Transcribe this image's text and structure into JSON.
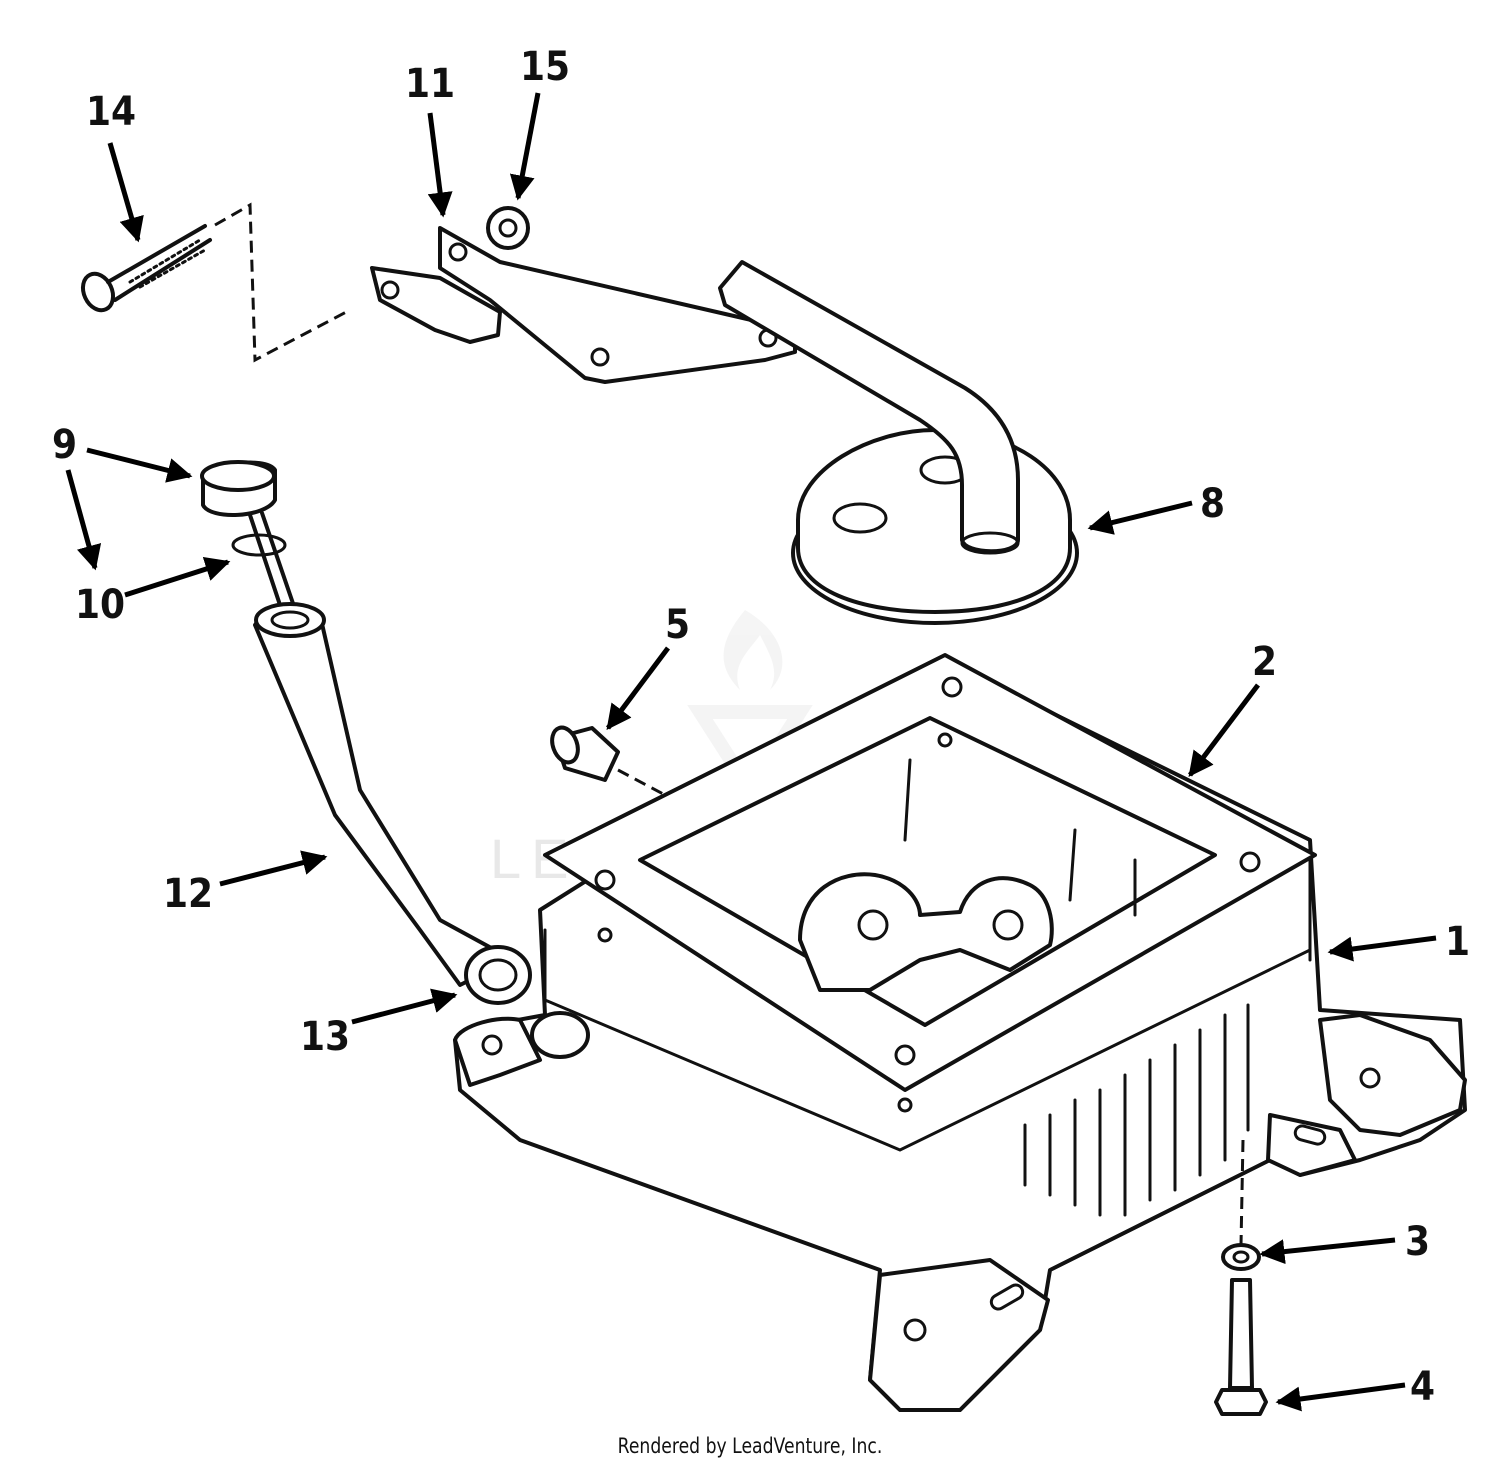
{
  "callouts": [
    {
      "id": "1",
      "label": "1"
    },
    {
      "id": "2",
      "label": "2"
    },
    {
      "id": "3",
      "label": "3"
    },
    {
      "id": "4",
      "label": "4"
    },
    {
      "id": "5",
      "label": "5"
    },
    {
      "id": "8",
      "label": "8"
    },
    {
      "id": "9",
      "label": "9"
    },
    {
      "id": "10",
      "label": "10"
    },
    {
      "id": "11",
      "label": "11"
    },
    {
      "id": "12",
      "label": "12"
    },
    {
      "id": "13",
      "label": "13"
    },
    {
      "id": "14",
      "label": "14"
    },
    {
      "id": "15",
      "label": "15"
    }
  ],
  "watermark": "LEADVENTURE",
  "footer": "Rendered by LeadVenture, Inc."
}
